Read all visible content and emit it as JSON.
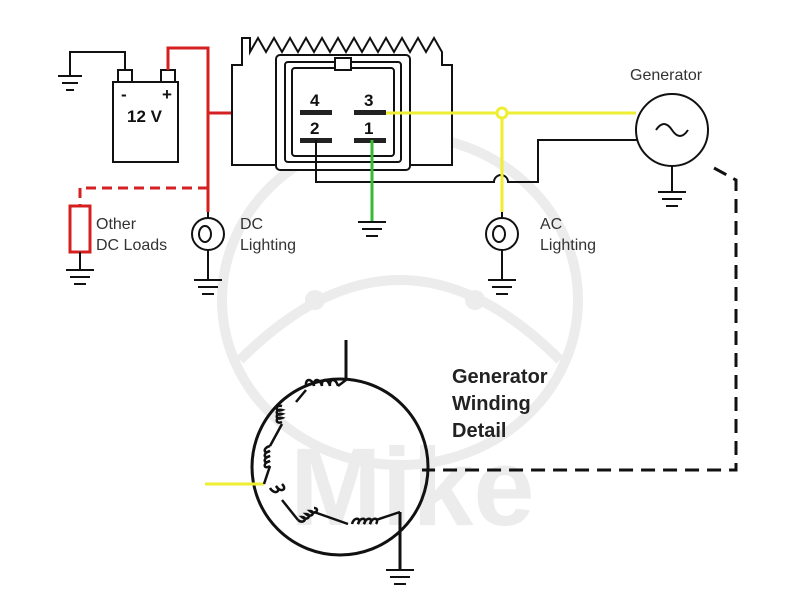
{
  "labels": {
    "generator": "Generator",
    "battery_minus": "-",
    "battery_plus": "+",
    "battery_voltage": "12  V",
    "other_loads_line1": "Other",
    "other_loads_line2": "DC Loads",
    "dc_lighting_line1": "DC",
    "dc_lighting_line2": "Lighting",
    "ac_lighting_line1": "AC",
    "ac_lighting_line2": "Lighting",
    "winding_line1": "Generator",
    "winding_line2": "Winding",
    "winding_line3": "Detail"
  },
  "regulator_pins": {
    "pin4": "4",
    "pin3": "3",
    "pin2": "2",
    "pin1": "1"
  },
  "watermark": {
    "text": "Mike"
  },
  "colors": {
    "red_wire": "#d42020",
    "yellow_wire": "#eeee33",
    "green_wire": "#33bb33",
    "black_wire": "#111111",
    "watermark": "#ececec"
  }
}
